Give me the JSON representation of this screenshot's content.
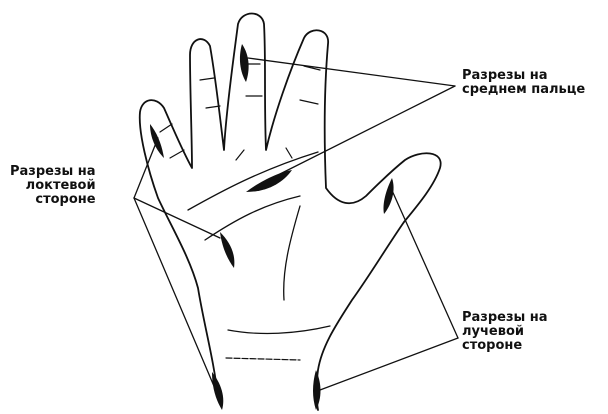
{
  "labels": {
    "middle_finger": "Разрезы на\nсреднем пальце",
    "ulnar_side": "Разрезы на\nлоктевой\nстороне",
    "radial_side": "Разрезы на\nлучевой\nстороне"
  },
  "colors": {
    "ink": "#111111",
    "background": "#ffffff"
  }
}
